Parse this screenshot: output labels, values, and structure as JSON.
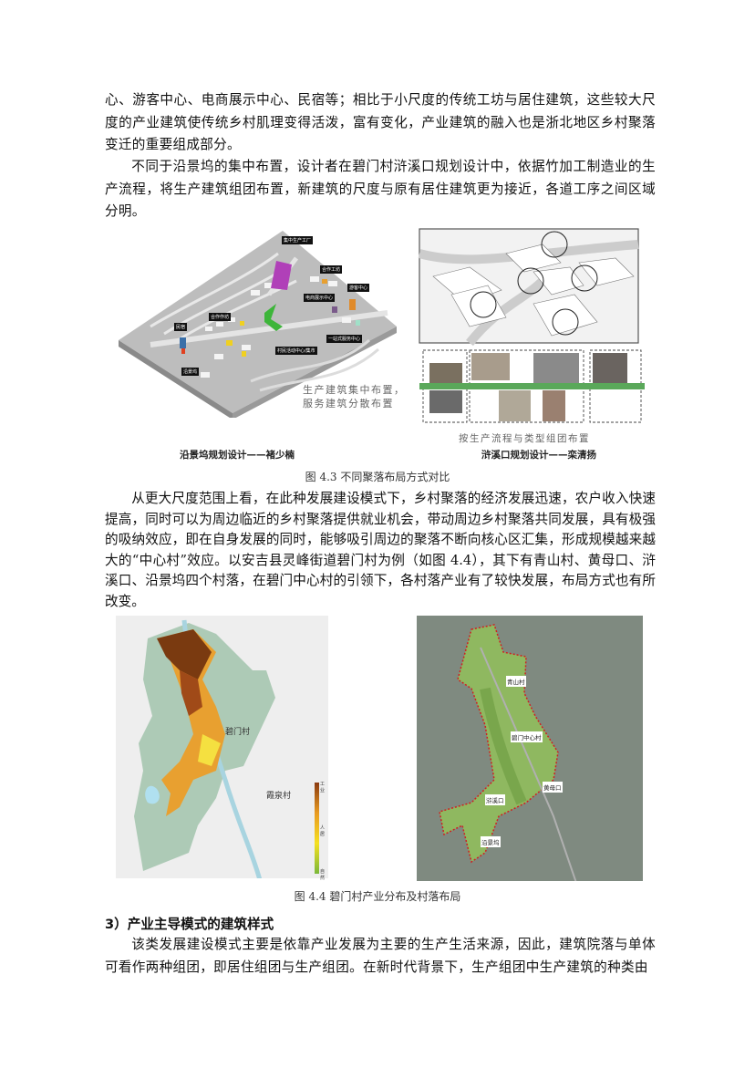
{
  "paragraphs": {
    "p1": "心、游客中心、电商展示中心、民宿等；相比于小尺度的传统工坊与居住建筑，这些较大尺度的产业建筑使传统乡村肌理变得活泼，富有变化，产业建筑的融入也是浙北地区乡村聚落变迁的重要组成部分。",
    "p2": "不同于沿景坞的集中布置，设计者在碧门村浒溪口规划设计中，依据竹加工制造业的生产流程，将生产建筑组团布置，新建筑的尺度与原有居住建筑更为接近，各道工序之间区域分明。",
    "p3": "从更大尺度范围上看，在此种发展建设模式下，乡村聚落的经济发展迅速，农户收入快速提高，同时可以为周边临近的乡村聚落提供就业机会，带动周边乡村聚落共同发展，具有极强的吸纳效应，即在自身发展的同时，能够吸引周边的聚落不断向核心区汇集，形成规模越来越大的“中心村”效应。以安吉县灵峰街道碧门村为例（如图 4.4），其下有青山村、黄母口、浒溪口、沿景坞四个村落，在碧门中心村的引领下，各村落产业有了较快发展，布局方式也有所改变。",
    "p4": "该类发展建设模式主要是依靠产业发展为主要的生产生活来源，因此，建筑院落与单体可看作两种组团，即居住组团与生产组团。在新时代背景下，生产组团中生产建筑的种类由"
  },
  "figure_4_3": {
    "caption": "图 4.3 不同聚落布局方式对比",
    "left": {
      "subtitle": "沿景坞规划设计——褚少楠",
      "note_line1": "生产建筑集中布置，",
      "note_line2": "服务建筑分散布置",
      "tags": [
        "集中生产工厂",
        "合作工坊",
        "游客中心",
        "电商展示中心",
        "合作作坊",
        "民宿",
        "村民活动中心/集市",
        "一站式服务中心",
        "沿景坞"
      ],
      "colors": {
        "factory": "#b040b8",
        "service": "#3db53a",
        "visitor": "#e08a2a",
        "shop": "#f0d020",
        "homestay": "#3a6fa8"
      }
    },
    "right": {
      "subtitle": "浒溪口规划设计——栾清扬",
      "note": "按生产流程与类型组团布置",
      "band_color": "#5aa85a"
    }
  },
  "figure_4_4": {
    "caption": "图 4.4 碧门村产业分布及村落布局",
    "left_map": {
      "labels": {
        "bimen": "碧门村",
        "xiaquan": "霞泉村"
      },
      "legend": {
        "top": "工业",
        "mid": "人居",
        "bottom": "自然"
      },
      "legend_colors": [
        "#8a3a10",
        "#e89a20",
        "#f5e020",
        "#7ab83a"
      ]
    },
    "right_map": {
      "labels": [
        "青山村",
        "碧门中心村",
        "黄母口",
        "浒溪口",
        "沿景坞"
      ],
      "boundary_color": "#d02020"
    }
  },
  "section": {
    "heading": "3）产业主导模式的建筑样式"
  }
}
